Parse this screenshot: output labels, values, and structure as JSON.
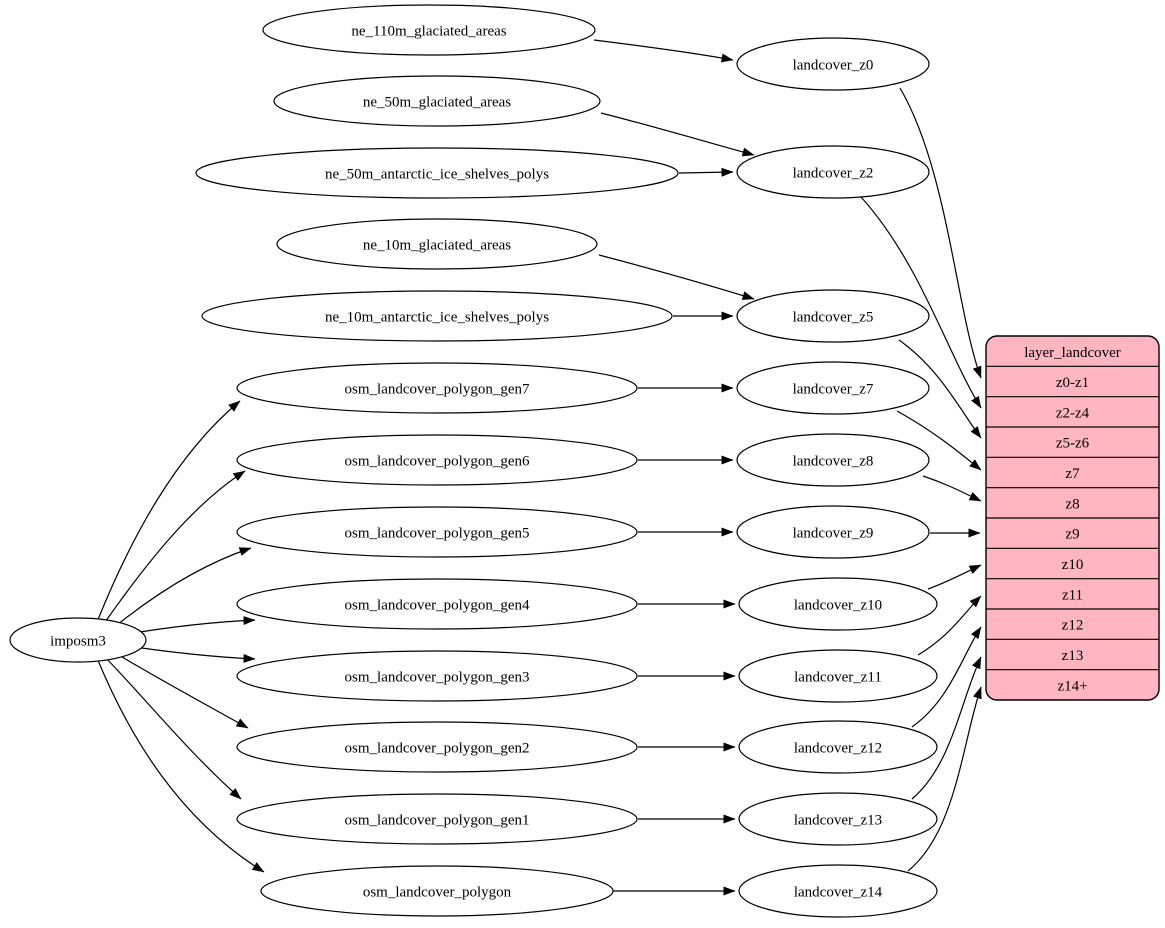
{
  "colors": {
    "record_fill": "#ffb6c1",
    "edge": "#000000",
    "node_fill": "#ffffff"
  },
  "nodes": {
    "imposm3": "imposm3",
    "ne_110m_glaciated_areas": "ne_110m_glaciated_areas",
    "ne_50m_glaciated_areas": "ne_50m_glaciated_areas",
    "ne_50m_antarctic_ice_shelves_polys": "ne_50m_antarctic_ice_shelves_polys",
    "ne_10m_glaciated_areas": "ne_10m_glaciated_areas",
    "ne_10m_antarctic_ice_shelves_polys": "ne_10m_antarctic_ice_shelves_polys",
    "osm_landcover_polygon_gen7": "osm_landcover_polygon_gen7",
    "osm_landcover_polygon_gen6": "osm_landcover_polygon_gen6",
    "osm_landcover_polygon_gen5": "osm_landcover_polygon_gen5",
    "osm_landcover_polygon_gen4": "osm_landcover_polygon_gen4",
    "osm_landcover_polygon_gen3": "osm_landcover_polygon_gen3",
    "osm_landcover_polygon_gen2": "osm_landcover_polygon_gen2",
    "osm_landcover_polygon_gen1": "osm_landcover_polygon_gen1",
    "osm_landcover_polygon": "osm_landcover_polygon",
    "landcover_z0": "landcover_z0",
    "landcover_z2": "landcover_z2",
    "landcover_z5": "landcover_z5",
    "landcover_z7": "landcover_z7",
    "landcover_z8": "landcover_z8",
    "landcover_z9": "landcover_z9",
    "landcover_z10": "landcover_z10",
    "landcover_z11": "landcover_z11",
    "landcover_z12": "landcover_z12",
    "landcover_z13": "landcover_z13",
    "landcover_z14": "landcover_z14"
  },
  "record": {
    "title": "layer_landcover",
    "rows": [
      "z0-z1",
      "z2-z4",
      "z5-z6",
      "z7",
      "z8",
      "z9",
      "z10",
      "z11",
      "z12",
      "z13",
      "z14+"
    ]
  },
  "edges": [
    {
      "from": "ne_110m_glaciated_areas",
      "to": "landcover_z0"
    },
    {
      "from": "ne_50m_glaciated_areas",
      "to": "landcover_z2"
    },
    {
      "from": "ne_50m_antarctic_ice_shelves_polys",
      "to": "landcover_z2"
    },
    {
      "from": "ne_10m_glaciated_areas",
      "to": "landcover_z5"
    },
    {
      "from": "ne_10m_antarctic_ice_shelves_polys",
      "to": "landcover_z5"
    },
    {
      "from": "imposm3",
      "to": "osm_landcover_polygon_gen7"
    },
    {
      "from": "imposm3",
      "to": "osm_landcover_polygon_gen6"
    },
    {
      "from": "imposm3",
      "to": "osm_landcover_polygon_gen5"
    },
    {
      "from": "imposm3",
      "to": "osm_landcover_polygon_gen4"
    },
    {
      "from": "imposm3",
      "to": "osm_landcover_polygon_gen3"
    },
    {
      "from": "imposm3",
      "to": "osm_landcover_polygon_gen2"
    },
    {
      "from": "imposm3",
      "to": "osm_landcover_polygon_gen1"
    },
    {
      "from": "imposm3",
      "to": "osm_landcover_polygon"
    },
    {
      "from": "osm_landcover_polygon_gen7",
      "to": "landcover_z7"
    },
    {
      "from": "osm_landcover_polygon_gen6",
      "to": "landcover_z8"
    },
    {
      "from": "osm_landcover_polygon_gen5",
      "to": "landcover_z9"
    },
    {
      "from": "osm_landcover_polygon_gen4",
      "to": "landcover_z10"
    },
    {
      "from": "osm_landcover_polygon_gen3",
      "to": "landcover_z11"
    },
    {
      "from": "osm_landcover_polygon_gen2",
      "to": "landcover_z12"
    },
    {
      "from": "osm_landcover_polygon_gen1",
      "to": "landcover_z13"
    },
    {
      "from": "osm_landcover_polygon",
      "to": "landcover_z14"
    },
    {
      "from": "landcover_z0",
      "to": "layer_landcover:z0-z1"
    },
    {
      "from": "landcover_z2",
      "to": "layer_landcover:z2-z4"
    },
    {
      "from": "landcover_z5",
      "to": "layer_landcover:z5-z6"
    },
    {
      "from": "landcover_z7",
      "to": "layer_landcover:z7"
    },
    {
      "from": "landcover_z8",
      "to": "layer_landcover:z8"
    },
    {
      "from": "landcover_z9",
      "to": "layer_landcover:z9"
    },
    {
      "from": "landcover_z10",
      "to": "layer_landcover:z10"
    },
    {
      "from": "landcover_z11",
      "to": "layer_landcover:z11"
    },
    {
      "from": "landcover_z12",
      "to": "layer_landcover:z12"
    },
    {
      "from": "landcover_z13",
      "to": "layer_landcover:z13"
    },
    {
      "from": "landcover_z14",
      "to": "layer_landcover:z14+"
    }
  ]
}
